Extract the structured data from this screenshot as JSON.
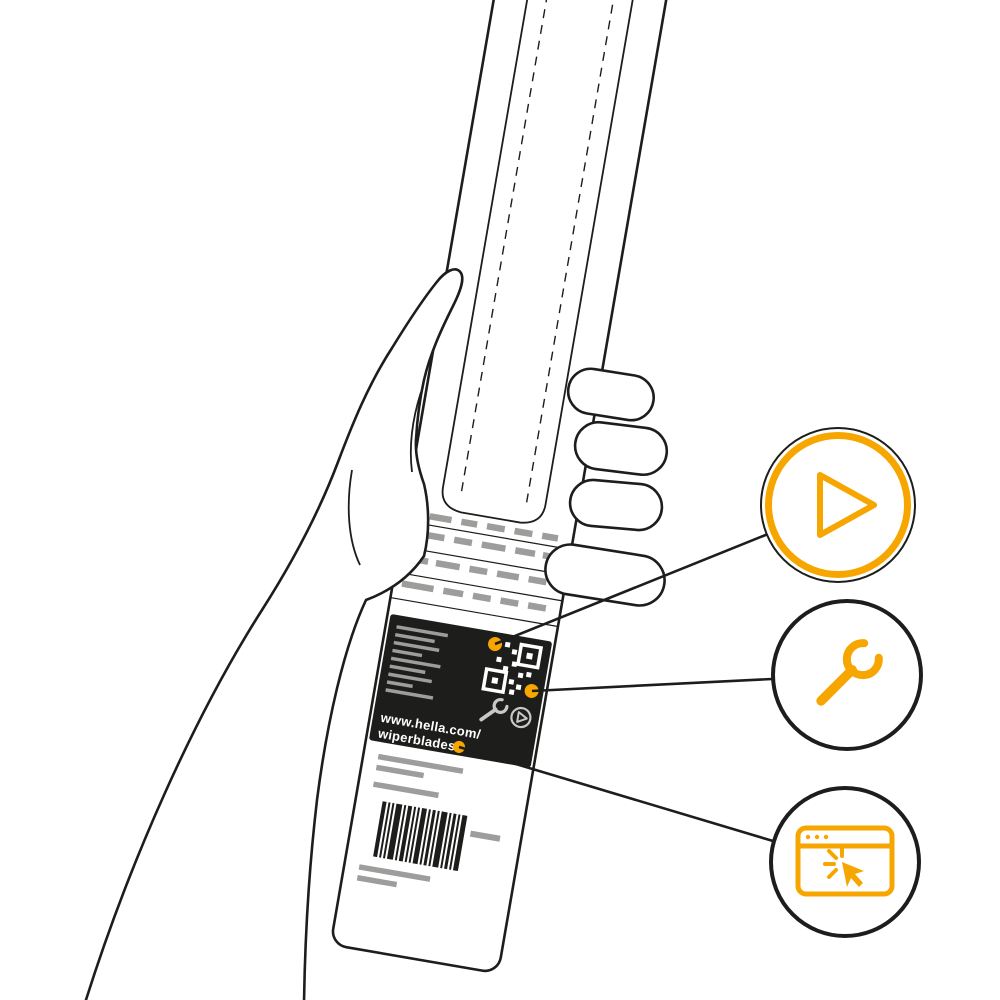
{
  "illustration": {
    "description": "Hand holding a wiper-blade package; QR label callouts link to video, repair tools and website",
    "package_label": {
      "url_line1": "www.hella.com/",
      "url_line2": "wiperblades"
    },
    "callouts": [
      {
        "id": "video-callout",
        "icon": "play-icon"
      },
      {
        "id": "repair-callout",
        "icon": "wrench-icon"
      },
      {
        "id": "website-callout",
        "icon": "browser-click-icon"
      }
    ],
    "colors": {
      "accent": "#F7A600",
      "ink": "#1D1D1B",
      "gray": "#9D9D9C",
      "label-bg": "#1D1D1B",
      "label-icon": "#C8C8C8",
      "bg": "#FFFFFF"
    }
  }
}
